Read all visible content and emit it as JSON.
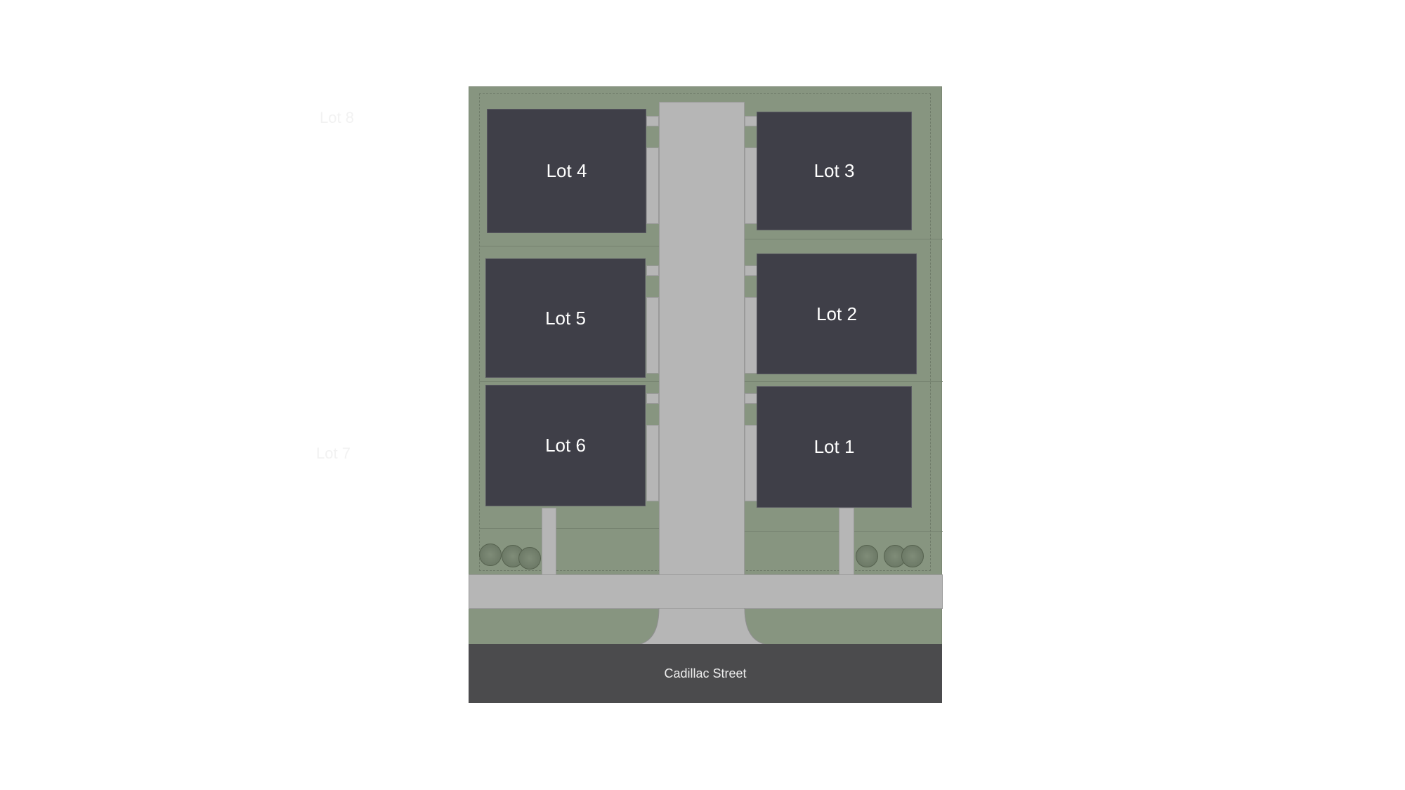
{
  "ghost_labels": [
    "Lot 8",
    "Lot 7"
  ],
  "lots": [
    {
      "label": "Lot 4"
    },
    {
      "label": "Lot 3"
    },
    {
      "label": "Lot 5"
    },
    {
      "label": "Lot 2"
    },
    {
      "label": "Lot 6"
    },
    {
      "label": "Lot 1"
    }
  ],
  "street": {
    "label": "Cadillac Street"
  },
  "colors": {
    "grass": "#879580",
    "lot": "#3f3f48",
    "pavement": "#b6b6b6",
    "street": "#4b4b4d"
  }
}
